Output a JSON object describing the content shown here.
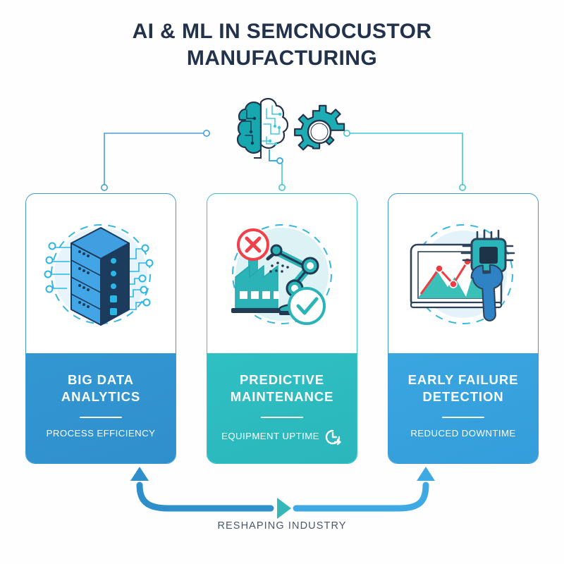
{
  "page": {
    "background_color": "#fefeff",
    "title_line1": "AI & ML IN SEMCNOCUSTOR",
    "title_line2": "MANUFACTURING",
    "title_color": "#22324b"
  },
  "hero": {
    "brain_icon": "ai-brain-circuit-icon",
    "gear_icon": "gear-icon",
    "brain_color": "#18a6ad",
    "gear_color": "#1eacb4",
    "outline_color": "#26344a"
  },
  "connectors": {
    "left_line_color": "#4a9ed8",
    "right_line_color": "#45c6d2",
    "node_fill": "#ffffff"
  },
  "cards": [
    {
      "id": "big-data-analytics",
      "title": "BIG DATA\nANALYTICS",
      "title_line1": "BIG DATA",
      "title_line2": "ANALYTICS",
      "subtitle": "PROCESS EFFICIENCY",
      "footer_color": "#3397d2",
      "border_color": "#3f9ad6",
      "icon": "server-rack-network-icon",
      "has_sub_icon": false
    },
    {
      "id": "predictive-maintenance",
      "title": "PREDICTIVE\nMAINTENANCE",
      "title_line1": "PREDICTIVE",
      "title_line2": "MAINTENANCE",
      "subtitle": "EQUIPMENT UPTIME",
      "footer_color": "#2fc0c3",
      "border_color": "#3cc3c6",
      "icon": "factory-robot-arm-icon",
      "has_sub_icon": true,
      "sub_icon": "clock-forward-icon"
    },
    {
      "id": "early-failure-detection",
      "title": "EARLY FAILURE\nDETECTION",
      "title_line1": "EARLY FAILURE",
      "title_line2": "DETECTION",
      "subtitle": "REDUCED DOWNTIME",
      "footer_color": "#3aa6e0",
      "border_color": "#3f9ad6",
      "icon": "monitor-chart-chip-wrench-icon",
      "has_sub_icon": false
    }
  ],
  "footer": {
    "loop_label": "RESHAPING INDUSTRY",
    "loop_label_color": "#4a5768",
    "arrow_left_color": "#2e8fcb",
    "arrow_right_color": "#3fa9e4",
    "center_triangle_color": "#35b7b8",
    "center_triangle_icon": "play-triangle-icon"
  }
}
